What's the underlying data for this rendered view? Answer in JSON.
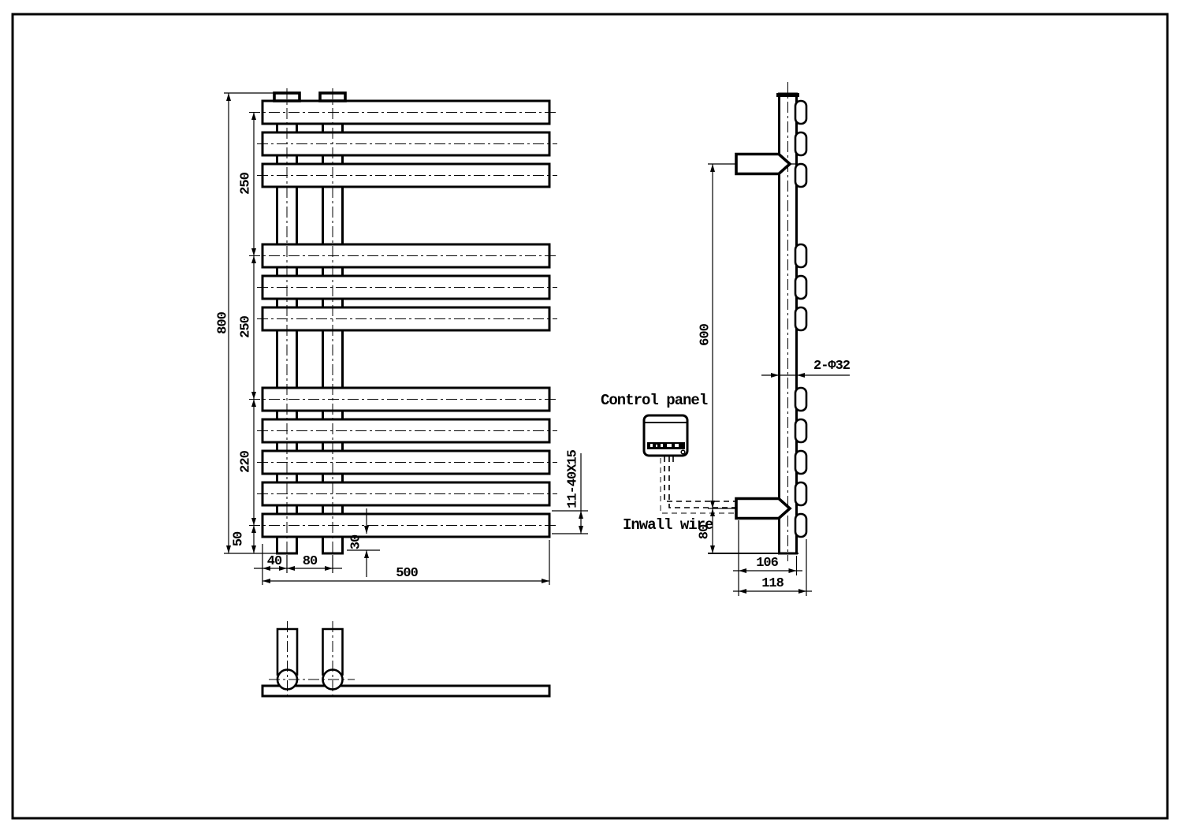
{
  "front_view": {
    "dim_overall_height": "800",
    "dim_group1": "250",
    "dim_group2": "250",
    "dim_group3": "220",
    "dim_bottom_margin": "50",
    "dim_left_offset": "40",
    "dim_rail_spacing": "80",
    "dim_rail_protrusion": "30",
    "dim_overall_width": "500",
    "dim_bar_spec": "11-40X15"
  },
  "side_view": {
    "dim_bracket_span": "600",
    "dim_bottom_clearance": "80",
    "dim_depth_inner": "106",
    "dim_depth_outer": "118",
    "dim_tube_spec": "2-Φ32",
    "label_control_panel": "Control panel",
    "label_inwall_wire": "Inwall wire"
  }
}
